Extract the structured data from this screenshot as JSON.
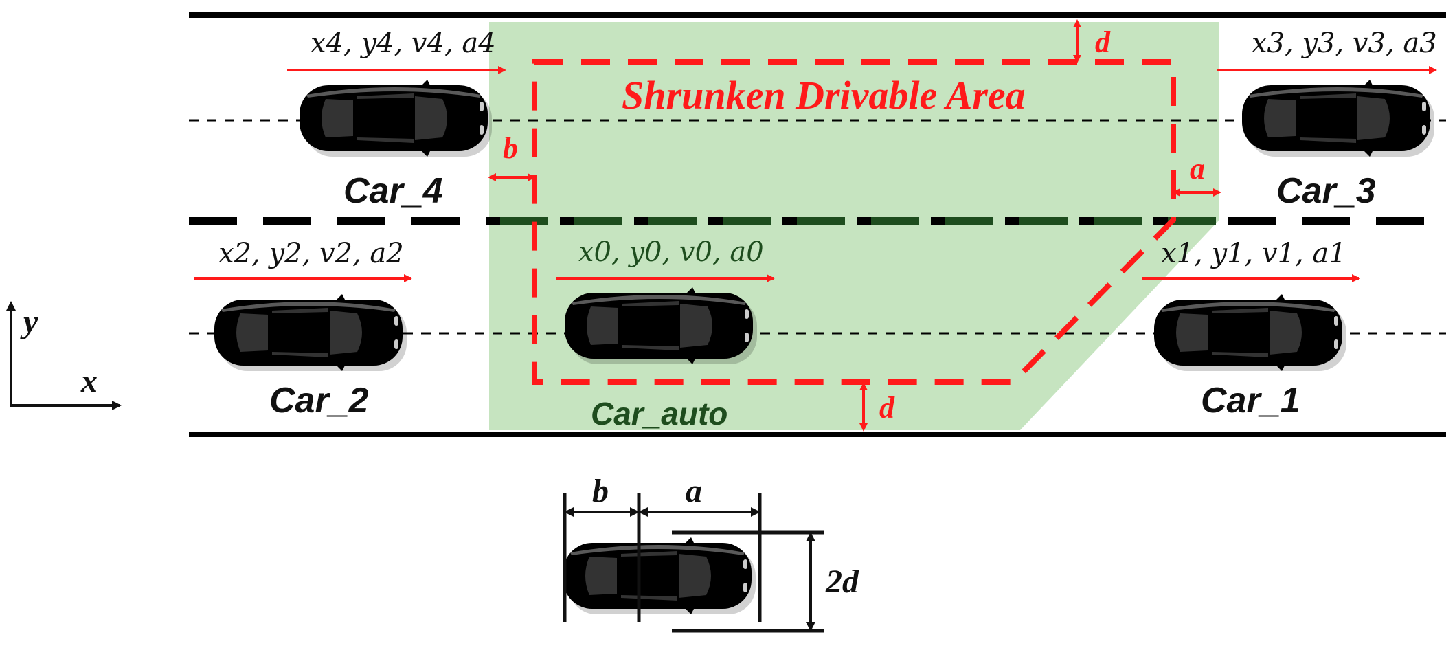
{
  "labels": {
    "shrunken_area": "Shrunken Drivable Area",
    "car_4": "Car_4",
    "car_3": "Car_3",
    "car_2": "Car_2",
    "car_1": "Car_1",
    "car_auto": "Car_auto",
    "axis_x": "x",
    "axis_y": "y",
    "dim_a": "a",
    "dim_b": "b",
    "dim_d": "d",
    "dim_2d": "2d"
  },
  "states": {
    "car_4": "x4, y4, v4, a4",
    "car_3": "x3, y3, v3, a3",
    "car_2": "x2, y2, v2, a2",
    "car_1": "x1, y1, v1, a1",
    "car_auto": "x0, y0, v0, a0"
  },
  "colors": {
    "accent_red": "#ff1a1a",
    "drivable_green": "#c6e4c0",
    "car_blue": "#3b9fd8",
    "car_orange": "#d9782e",
    "car_orange_bright": "#ff6a2a"
  }
}
